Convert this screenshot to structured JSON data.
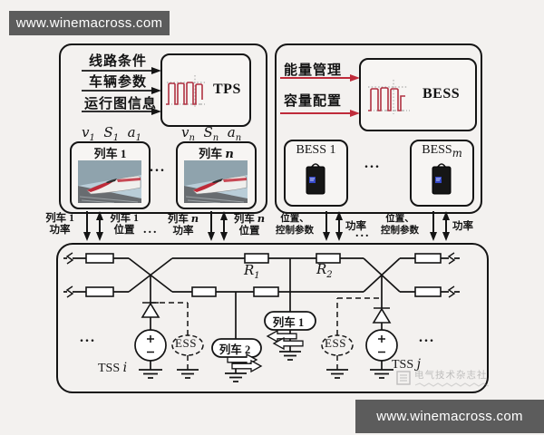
{
  "watermark_top": {
    "text": "www.winemacross.com"
  },
  "watermark_bottom": {
    "text": "www.winemacross.com"
  },
  "stamp": {
    "text": "电气技术杂志社"
  },
  "colors": {
    "page_bg": "#f3f1ef",
    "watermark_bar": "#5c5c5c",
    "line_black": "#141414",
    "waveform_red": "#b03242",
    "arrow_red": "#bf2b3a"
  },
  "tps_panel": {
    "inputs": [
      "线路条件",
      "车辆参数",
      "运行图信息"
    ],
    "module_label": "TPS",
    "vars_first": [
      {
        "b": "v",
        "s": "1"
      },
      {
        "b": "S",
        "s": "1"
      },
      {
        "b": "a",
        "s": "1"
      }
    ],
    "vars_last": [
      {
        "b": "v",
        "s": "n"
      },
      {
        "b": "S",
        "s": "n"
      },
      {
        "b": "a",
        "s": "n"
      }
    ],
    "train_first": {
      "pre": "列车",
      "var": "1"
    },
    "train_last": {
      "pre": "列车",
      "var": "n"
    },
    "dots": "..."
  },
  "bess_panel": {
    "inputs": [
      "能量管理",
      "容量配置"
    ],
    "module_label": "BESS",
    "unit_first": {
      "pre": "BESS",
      "var": "1"
    },
    "unit_last": {
      "pre": "BESS",
      "var": "m"
    },
    "dots": "..."
  },
  "mid": {
    "g0": {
      "lt": "列车",
      "ltv": "1",
      "lb": "功率",
      "rt": "列车",
      "rtv": "1",
      "rb": "位置"
    },
    "g1": {
      "lt": "列车",
      "ltv": "n",
      "lb": "功率",
      "rt": "列车",
      "rtv": "n",
      "rb": "位置"
    },
    "g2": {
      "lt": "位置、",
      "lb": "控制参数",
      "r": "功率"
    },
    "g3": {
      "lt": "位置、",
      "lb": "控制参数",
      "r": "功率"
    },
    "dots_left": "...",
    "dots_right": "..."
  },
  "circuit": {
    "r1": {
      "b": "R",
      "s": "1"
    },
    "r2": {
      "b": "R",
      "s": "2"
    },
    "train1": {
      "pre": "列车",
      "var": "1"
    },
    "train2": {
      "pre": "列车",
      "var": "2"
    },
    "ess_left": "ESS",
    "ess_right": "ESS",
    "tss_left": {
      "pre": "TSS ",
      "var": "i"
    },
    "tss_right": {
      "pre": "TSS ",
      "var": "j"
    },
    "dots_left": "...",
    "dots_right": "..."
  }
}
